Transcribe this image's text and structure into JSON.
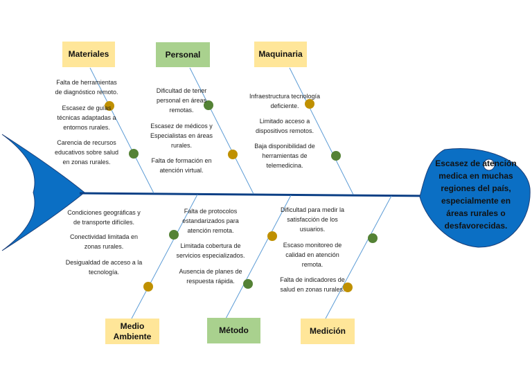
{
  "categories": {
    "materiales": "Materiales",
    "personal": "Personal",
    "maquinaria": "Maquinaria",
    "medio_ambiente": "Medio\nAmbiente",
    "metodo": "Método",
    "medicion": "Medición"
  },
  "causes": {
    "materiales": [
      "Falta de herramientas\nde diagnóstico remoto.",
      "Escasez de guías\ntécnicas adaptadas a\nentornos rurales.",
      "Carencia de recursos\neducativos sobre salud\nen zonas rurales."
    ],
    "personal": [
      "Dificultad de tener\npersonal en áreas\nremotas.",
      "Escasez de médicos y\nEspecialistas en áreas\nrurales.",
      "Falta de formación en\natención virtual."
    ],
    "maquinaria": [
      "Infraestructura tecnología\ndeficiente.",
      "Limitado acceso a\ndispositivos remotos.",
      "Baja disponibilidad de\nherramientas de\ntelemedicina."
    ],
    "medio_ambiente": [
      "Condiciones geográficas y\nde transporte difíciles.",
      "Conectividad limitada en\nzonas rurales.",
      "Desigualdad de acceso a la\ntecnología."
    ],
    "metodo": [
      "Falta de protocolos\nestandarizados para\natención remota.",
      "Limitada cobertura de\nservicios especializados.",
      "Ausencia de planes de\nrespuesta rápida."
    ],
    "medicion": [
      "Dificultad para medir la\nsatisfacción de los\nusuarios.",
      "Escaso monitoreo de\ncalidad en atención\nremota.",
      "Falta de indicadores de\nsalud en zonas rurales."
    ]
  },
  "effect": "Escasez de atención\nmedica en muchas\nregiones del país,\nespecialmente en\náreas rurales o\ndesfavorecidas.",
  "colors": {
    "fish_blue": "#0b6fc4",
    "bone_blue": "#5b9bd5",
    "dot_green": "#548235",
    "dot_gold": "#bf9000",
    "box_yellow": "#ffe699",
    "box_green": "#a9d18e"
  }
}
